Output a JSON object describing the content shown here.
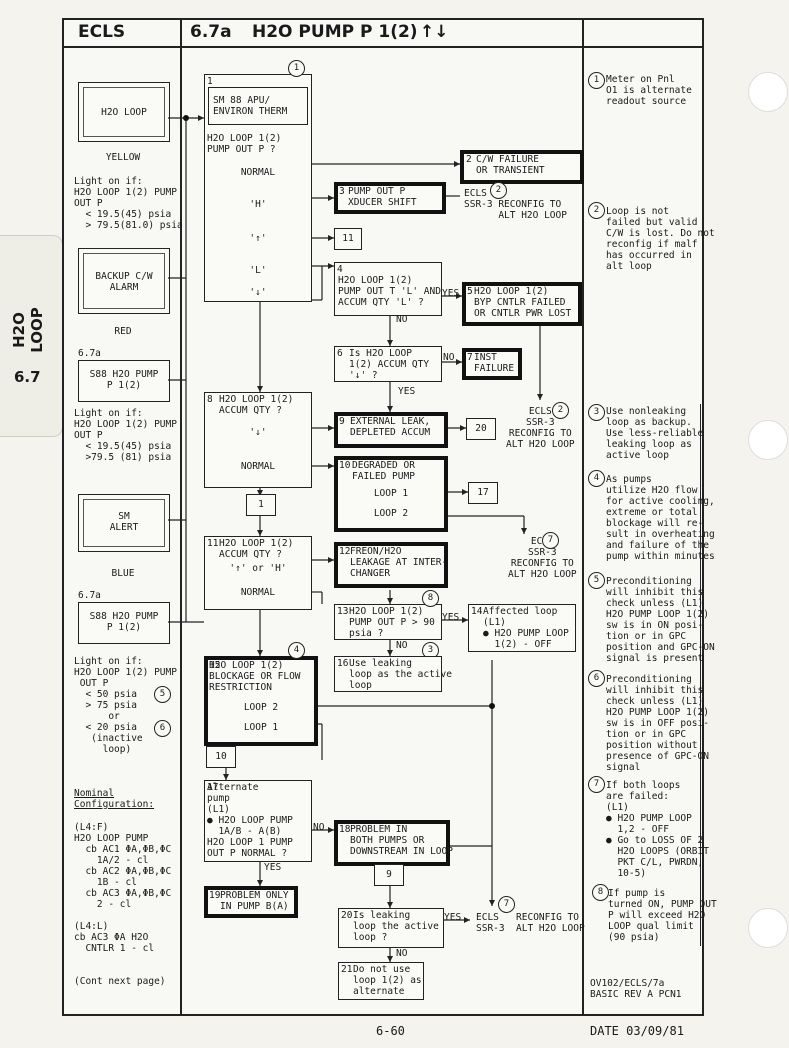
{
  "header": {
    "system": "ECLS",
    "number": "6.7a",
    "title": "H2O PUMP P 1(2)",
    "arrows": "↑↓"
  },
  "tab": {
    "title": "H2O LOOP",
    "number": "6.7"
  },
  "left": {
    "lights": [
      {
        "label": "H2O LOOP",
        "color": "YELLOW"
      },
      {
        "label": "BACKUP C/W\nALARM",
        "color": "RED"
      },
      {
        "label": "S88 H2O PUMP\nP 1(2)",
        "ref": "6.7a"
      },
      {
        "label": "SM\nALERT",
        "color": "BLUE"
      },
      {
        "label": "S88 H2O PUMP\nP 1(2)",
        "ref": "6.7a"
      }
    ],
    "light_on_1": "Light on if:\nH2O LOOP 1(2) PUMP\nOUT P\n  < 19.5(45) psia\n  > 79.5(81.0) psia",
    "light_on_2": "Light on if:\nH2O LOOP 1(2) PUMP\nOUT P\n  < 19.5(45) psia\n  >79.5 (81) psia",
    "light_on_3": "Light on if:\nH2O LOOP 1(2) PUMP\n OUT P\n  < 50 psia\n  > 75 psia\n      or\n  < 20 psia\n   (inactive\n     loop)",
    "nominal_title": "Nominal\nConfiguration:",
    "nominal_text": "(L4:F)\nH2O LOOP PUMP\n  cb AC1 ΦA,ΦB,ΦC\n    1A/2 - cl\n  cb AC2 ΦA,ΦB,ΦC\n    1B - cl\n  cb AC3 ΦA,ΦB,ΦC\n    2 - cl\n\n(L4:L)\ncb AC3 ΦA H2O\n  CNTLR 1 - cl",
    "cont": "(Cont next page)"
  },
  "flow": {
    "b1_title": "SM 88 APU/\nENVIRON THERM",
    "b1_q": "H2O LOOP 1(2)\nPUMP OUT P ?",
    "b1_opts": [
      "NORMAL",
      "'H'",
      "'↑'",
      "'L'",
      "'↓'"
    ],
    "b2": "C/W FAILURE\nOR TRANSIENT",
    "b3": "PUMP OUT P\nXDUCER SHIFT",
    "ecls_a": "ECLS\nSSR-3 RECONFIG TO\n      ALT H2O LOOP",
    "b4": "H2O LOOP 1(2)\nPUMP OUT T 'L' AND\nACCUM QTY 'L' ?",
    "b5": "H2O LOOP 1(2)\nBYP CNTLR FAILED\nOR CNTLR PWR LOST",
    "b6": "Is H2O LOOP\n1(2) ACCUM QTY\n'↓' ?",
    "b7": "INST\nFAILURE",
    "ecls_b": "ECLS\nSSR-3\nRECONFIG TO\nALT H2O LOOP",
    "b8_q": "H2O LOOP 1(2)\nACCUM QTY ?",
    "b8_opts": [
      "'↓'",
      "NORMAL"
    ],
    "b9": "EXTERNAL LEAK,\nDEPLETED ACCUM",
    "b10": "DEGRADED OR\nFAILED PUMP",
    "b10_opts": [
      "LOOP 1",
      "LOOP 2"
    ],
    "ecls_c": "ECLS\nSSR-3\nRECONFIG TO\nALT H2O LOOP",
    "b11_q": "H2O LOOP 1(2)\nACCUM QTY ?",
    "b11_opts": [
      "'↑' or 'H'",
      "NORMAL"
    ],
    "b12": "FREON/H2O\nLEAKAGE AT INTER-\nCHANGER",
    "b13": "H2O LOOP 1(2)\nPUMP OUT P > 90\npsia ?",
    "b14": "Affected loop\n(L1)\n● H2O PUMP LOOP\n  1(2) - OFF",
    "b15": "H2O LOOP 1(2)\nBLOCKAGE OR FLOW\nRESTRICTION",
    "b15_opts": [
      "LOOP 2",
      "LOOP 1"
    ],
    "b16": "Use leaking\nloop as the active\nloop",
    "b17": "Alternate\npump\n(L1)\n● H2O LOOP PUMP\n  1A/B - A(B)",
    "b17_q": "H2O LOOP 1 PUMP\nOUT P NORMAL ?",
    "b18": "PROBLEM IN\nBOTH PUMPS OR\nDOWNSTREAM IN LOOP",
    "b19": "PROBLEM ONLY\nIN PUMP B(A)",
    "b20": "Is leaking\nloop the active\nloop ?",
    "ecls_d": "ECLS   RECONFIG TO\nSSR-3  ALT H2O LOOP",
    "b21": "Do not use\nloop 1(2) as\nalternate",
    "box_nums": [
      "1",
      "2",
      "3",
      "4",
      "5",
      "6",
      "7",
      "8",
      "9",
      "10",
      "11",
      "12",
      "13",
      "14",
      "15",
      "16",
      "17",
      "18",
      "19",
      "20",
      "21"
    ],
    "connectors": [
      "11",
      "20",
      "17",
      "1",
      "10",
      "9"
    ],
    "yes": "YES",
    "no": "NO"
  },
  "notes": [
    {
      "n": "1",
      "text": "Meter on Pnl\nO1 is alternate\nreadout source"
    },
    {
      "n": "2",
      "text": "Loop is not\nfailed but valid\nC/W is lost. Do not\nreconfig if malf\nhas occurred in\nalt loop"
    },
    {
      "n": "3",
      "text": "Use nonleaking\nloop as backup.\nUse less-reliable\nleaking loop as\nactive loop"
    },
    {
      "n": "4",
      "text": "As pumps\nutilize H2O flow\nfor active cooling,\nextreme or total\nblockage will re-\nsult in overheating\nand failure of the\npump within minutes"
    },
    {
      "n": "5",
      "text": "Preconditioning\nwill inhibit this\ncheck unless (L1)\nH2O PUMP LOOP 1(2)\nsw is in ON posi-\ntion or in GPC\nposition and GPC-ON\nsignal is present"
    },
    {
      "n": "6",
      "text": "Preconditioning\nwill inhibit this\ncheck unless (L1)\nH2O PUMP LOOP 1(2)\nsw is in OFF posi-\ntion or in GPC\nposition without\npresence of GPC-ON\nsignal"
    },
    {
      "n": "7",
      "text": "If both loops\nare failed:\n(L1)\n● H2O PUMP LOOP\n  1,2 - OFF\n● Go to LOSS OF 2\n  H2O LOOPS (ORBIT\n  PKT C/L, PWRDN,\n  10-5)"
    },
    {
      "n": "8",
      "text": "If pump is\nturned ON, PUMP OUT\nP will exceed H2O\nLOOP qual limit\n(90 psia)"
    }
  ],
  "footer": {
    "docid": "OV102/ECLS/7a\nBASIC REV A PCN1",
    "page": "6-60",
    "date": "DATE 03/09/81"
  }
}
